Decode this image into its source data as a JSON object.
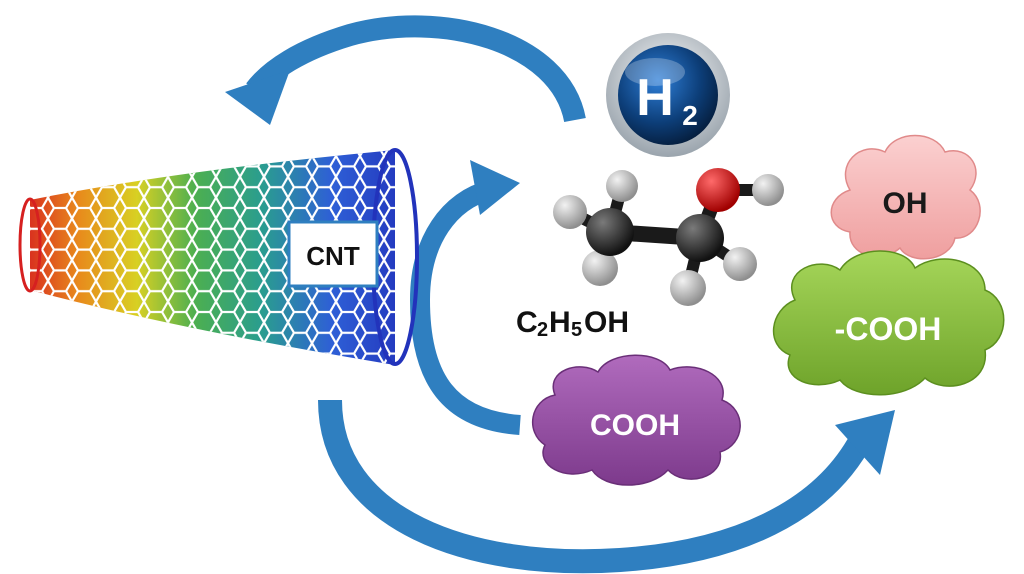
{
  "diagram": {
    "cnt_label": "CNT",
    "h2_label": "H",
    "h2_subscript": "2",
    "ethanol_formula": {
      "c": "C",
      "c_sub": "2",
      "h": "H",
      "h_sub": "5",
      "oh": "OH"
    },
    "clouds": {
      "oh": "OH",
      "cooh_green": "-COOH",
      "cooh_purple": "COOH"
    }
  },
  "colors": {
    "arrow": "#2f7fc0",
    "cloud_oh": "#f6b6b6",
    "cloud_cooh_green": "#8bc53f",
    "cloud_cooh_purple": "#9b4fa8",
    "atom_carbon": "#2a2a2a",
    "atom_hydrogen": "#c8c8c8",
    "atom_oxygen": "#d81a1a",
    "h2_badge": "#0d3f7a"
  }
}
